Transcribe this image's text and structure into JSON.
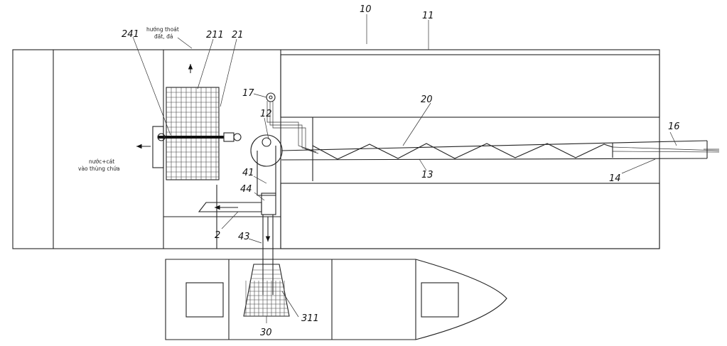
{
  "labels": {
    "l10": "10",
    "l11": "11",
    "l241": "241",
    "l211": "211",
    "l21": "21",
    "l17": "17",
    "l12": "12",
    "l20": "20",
    "l16": "16",
    "l41": "41",
    "l44": "44",
    "l13": "13",
    "l14": "14",
    "l2": "2",
    "l43": "43",
    "l30": "30",
    "l311": "311"
  },
  "notes": {
    "soil_line1": "hướng thoát",
    "soil_line2": "đất, đá",
    "water_line1": "nước+cát",
    "water_line2": "vào thùng chứa"
  },
  "icons": [
    "pump-icon",
    "motor-icon",
    "arrow-icon"
  ]
}
